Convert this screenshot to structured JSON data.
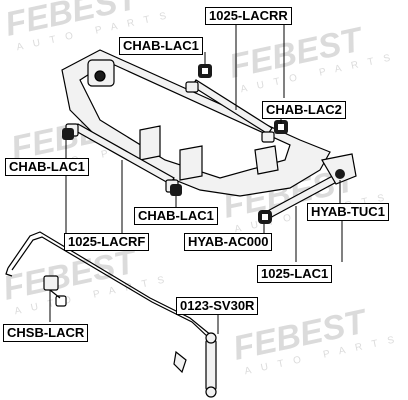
{
  "watermark": {
    "brand": "FEBEST",
    "tagline": "AUTO PARTS",
    "color": "#d8d8d8"
  },
  "labels": {
    "lacrr": "1025-LACRR",
    "chab_lac1_top": "CHAB-LAC1",
    "chab_lac2": "CHAB-LAC2",
    "chab_lac1_left": "CHAB-LAC1",
    "chab_lac1_mid": "CHAB-LAC1",
    "lacrf": "1025-LACRF",
    "hyab_tuc1": "HYAB-TUC1",
    "hyab_ac000": "HYAB-AC000",
    "lac1": "1025-LAC1",
    "chsb_lacr": "CHSB-LACR",
    "sv30r": "0123-SV30R"
  },
  "colors": {
    "line": "#000000",
    "part_fill": "#f2f2f2",
    "bushing_fill": "#1a1a1a"
  }
}
